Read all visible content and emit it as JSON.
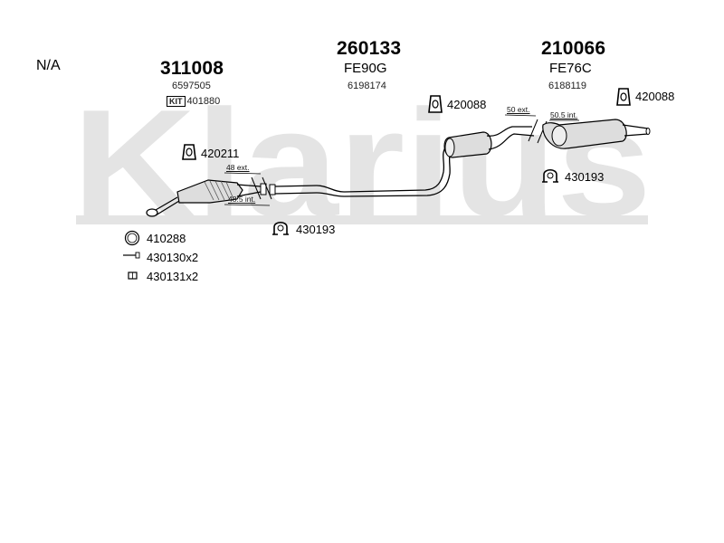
{
  "na_label": "N/A",
  "watermark": {
    "text": "Klarius",
    "color": "#e4e4e4"
  },
  "groups": [
    {
      "part_number": "311008",
      "ref": "6597505",
      "kit_label": "KIT",
      "kit_ref": "401880"
    },
    {
      "part_number": "260133",
      "code": "FE90G",
      "ref": "6198174"
    },
    {
      "part_number": "210066",
      "code": "FE76C",
      "ref": "6188119"
    }
  ],
  "fittings": {
    "f420211": "420211",
    "f420088_a": "420088",
    "f420088_b": "420088",
    "f430193_a": "430193",
    "f430193_b": "430193",
    "f410288": "410288",
    "f430130": "430130x2",
    "f430131": "430131x2"
  },
  "dimensions": {
    "d48ext": "48 ext.",
    "d48_5int": "48.5 int.",
    "d50ext": "50 ext.",
    "d50_5int": "50.5 int."
  }
}
